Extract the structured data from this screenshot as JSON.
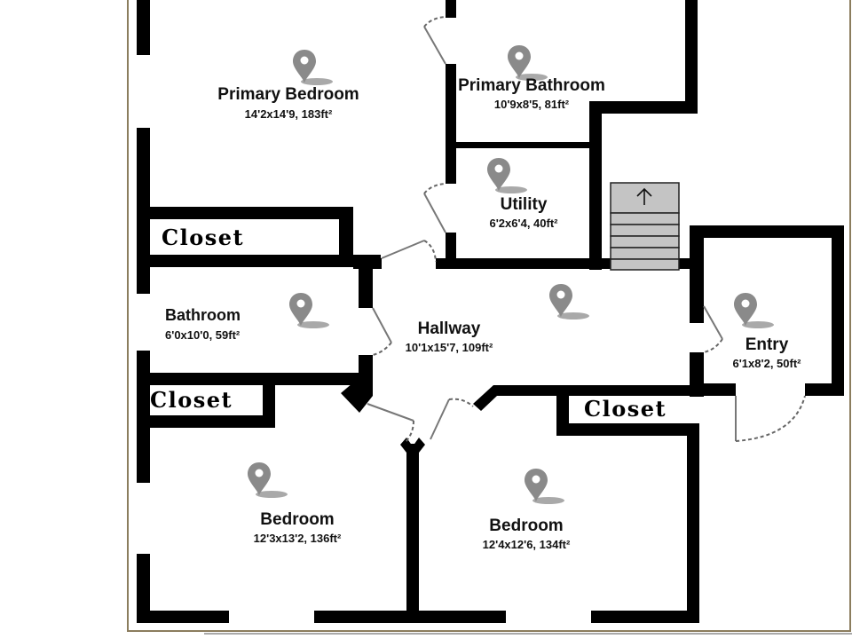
{
  "floorplan": {
    "rooms": [
      {
        "id": "primary-bedroom",
        "name": "Primary Bedroom",
        "dims": "14'2x14'9, 183ft²"
      },
      {
        "id": "primary-bathroom",
        "name": "Primary Bathroom",
        "dims": "10'9x8'5, 81ft²"
      },
      {
        "id": "utility",
        "name": "Utility",
        "dims": "6'2x6'4, 40ft²"
      },
      {
        "id": "bathroom",
        "name": "Bathroom",
        "dims": "6'0x10'0, 59ft²"
      },
      {
        "id": "hallway",
        "name": "Hallway",
        "dims": "10'1x15'7, 109ft²"
      },
      {
        "id": "entry",
        "name": "Entry",
        "dims": "6'1x8'2, 50ft²"
      },
      {
        "id": "bedroom-1",
        "name": "Bedroom",
        "dims": "12'3x13'2, 136ft²"
      },
      {
        "id": "bedroom-2",
        "name": "Bedroom",
        "dims": "12'4x12'6, 134ft²"
      }
    ],
    "closets": [
      {
        "id": "closet-1",
        "label": "Closet"
      },
      {
        "id": "closet-2",
        "label": "Closet"
      },
      {
        "id": "closet-3",
        "label": "Closet"
      }
    ],
    "icons": {
      "room_marker": "map-pin-icon",
      "stairs": "stairs-up-arrow-icon"
    },
    "colors": {
      "wall": "#000000",
      "pin": "#8a8a8a",
      "stairs": "#c4c4c4",
      "frame": "#8b7d5e"
    }
  }
}
